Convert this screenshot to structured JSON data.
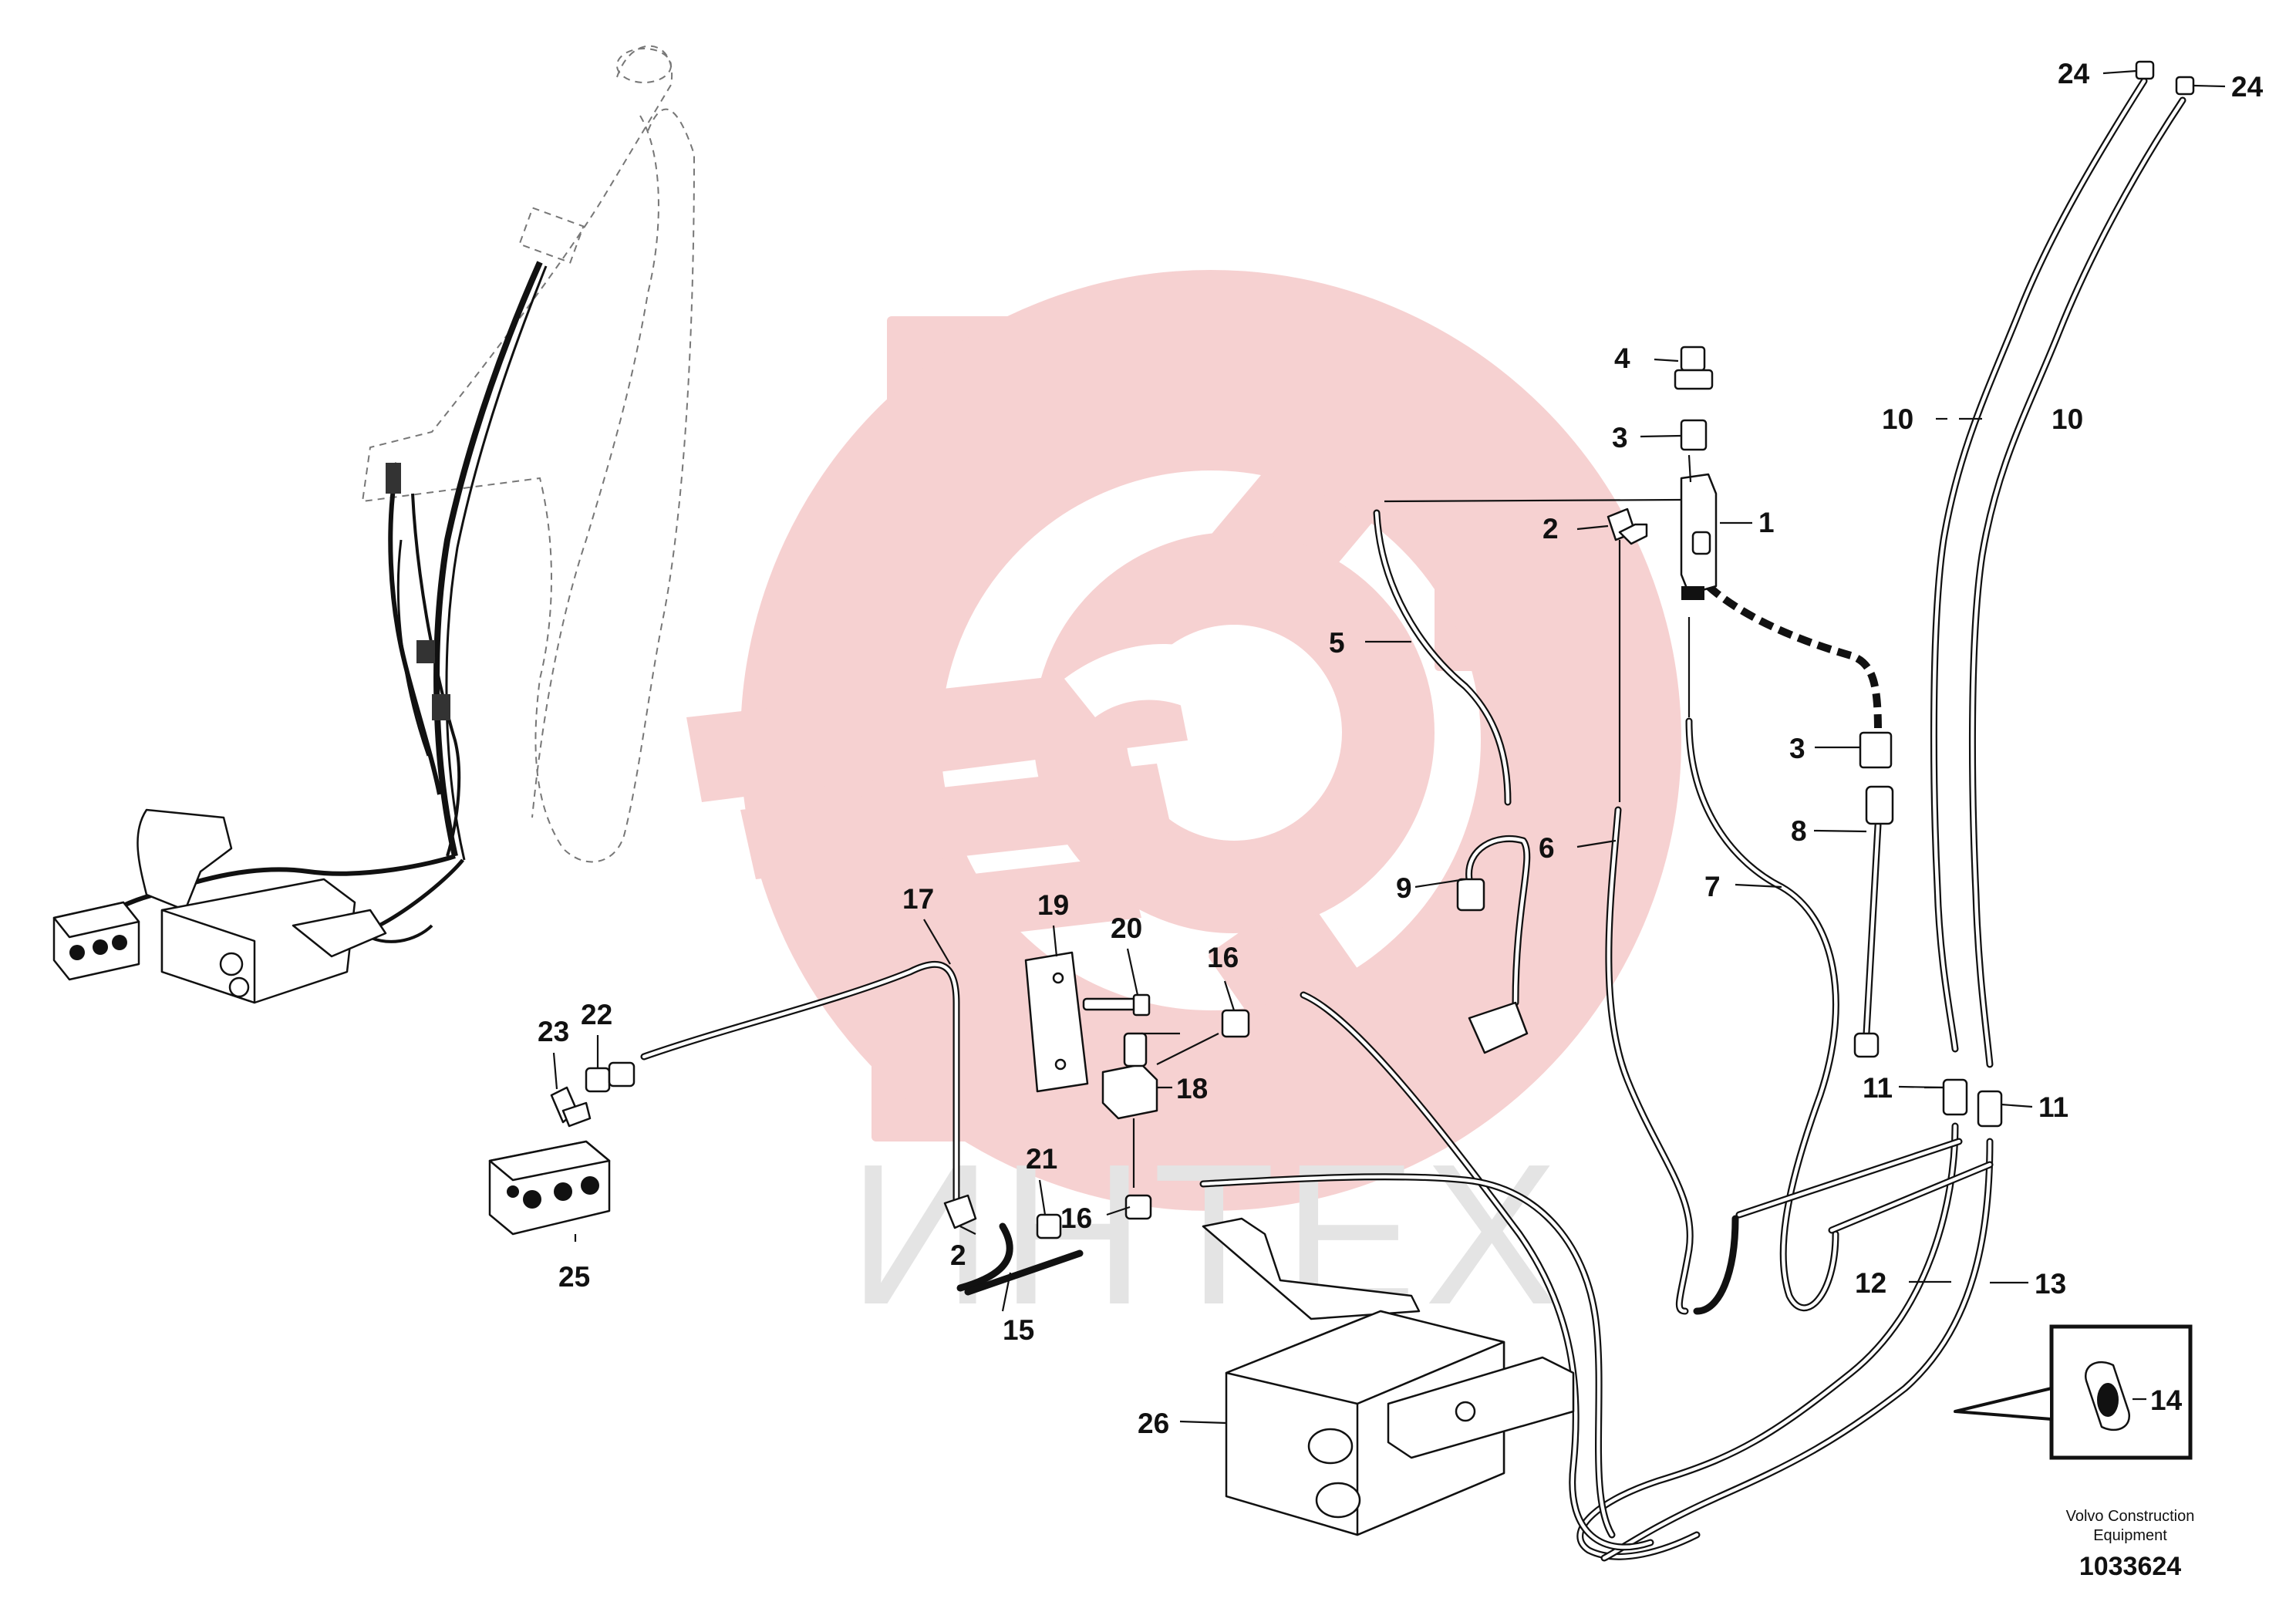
{
  "callouts": {
    "c1": "1",
    "c2a": "2",
    "c2b": "2",
    "c3a": "3",
    "c3b": "3",
    "c4": "4",
    "c5": "5",
    "c6": "6",
    "c7": "7",
    "c8": "8",
    "c9": "9",
    "c10a": "10",
    "c10b": "10",
    "c11a": "11",
    "c11b": "11",
    "c12": "12",
    "c13": "13",
    "c14": "14",
    "c15": "15",
    "c16a": "16",
    "c16b": "16",
    "c17": "17",
    "c18": "18",
    "c19": "19",
    "c20": "20",
    "c21": "21",
    "c22": "22",
    "c23": "23",
    "c24a": "24",
    "c24b": "24",
    "c25": "25",
    "c26": "26"
  },
  "footer": {
    "company_line1": "Volvo Construction",
    "company_line2": "Equipment",
    "drawing_number": "1033624"
  },
  "watermark": {
    "color": "#f4c9c9",
    "text_color": "#e6e6e6",
    "text": "ИНТЕХ",
    "logo": "gear-wrench-logo"
  }
}
